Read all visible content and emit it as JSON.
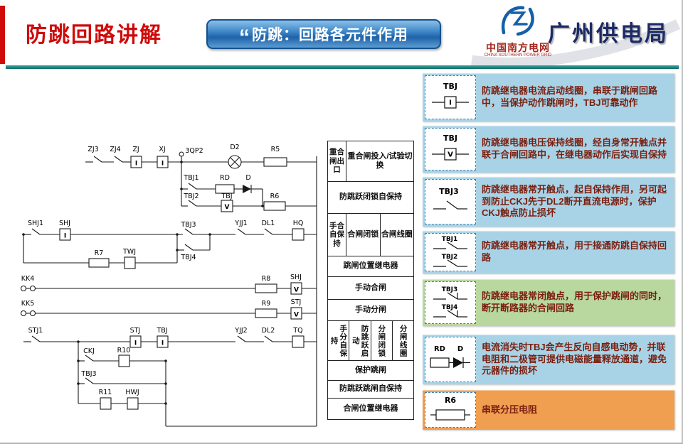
{
  "header": {
    "title": "防跳回路讲解",
    "banner_quote": "“",
    "banner_text": "防跳：回路各元件作用",
    "logo_cn": "中国南方电网",
    "logo_en": "CHINA SOUTHERN POWER GRID",
    "bureau": "广州供电局"
  },
  "colors": {
    "title_red": "#cf0a0a",
    "banner_blue": "#2e7bbf",
    "divider_teal": "#1d8a86",
    "callout_blue": "#a8d3e6",
    "callout_green": "#b9d89f",
    "callout_orange": "#ef9f4f",
    "callout_text": "#7a1f10"
  },
  "circuit": {
    "sym": {
      "i": "I",
      "v": "V"
    },
    "labels": {
      "zj3": "ZJ3",
      "zj4": "ZJ4",
      "zj": "ZJ",
      "xj": "XJ",
      "qp2": "3QP2",
      "d2": "D2",
      "r5": "R5",
      "tbj1": "TBJ1",
      "rd": "RD",
      "d": "D",
      "tbj2": "TBJ2",
      "tbj_v": "TBJ",
      "r6": "R6",
      "shj1": "SHJ1",
      "shj_a": "SHJ",
      "tbj3_a": "TBJ3",
      "tbj4": "TBJ4",
      "yjj1": "YJJ1",
      "dl1": "DL1",
      "hq": "HQ",
      "r7": "R7",
      "twj": "TWJ",
      "kk4": "KK4",
      "r8": "R8",
      "shj_b": "SHJ",
      "kk5": "KK5",
      "r9": "R9",
      "stj_a": "STJ",
      "stj1": "STJ1",
      "stj_b": "STJ",
      "tbj_b": "TBJ",
      "yjj2": "YJJ2",
      "dl2": "DL2",
      "tq": "TQ",
      "ckj": "CKJ",
      "r10": "R10",
      "tbj3_b": "TBJ3",
      "r11": "R11",
      "hwj": "HWJ"
    }
  },
  "table": {
    "rows": {
      "reclose_exit": "重合闸出口",
      "reclose_switch": "重合闸投入/试验切换",
      "antipump_latch": "防跳跃闭锁自保持",
      "manual_close_hold": "手合自保持",
      "close_block": "合闸闭锁",
      "close_coil": "合闸线圈",
      "trip_position_relay": "跳闸位置继电器",
      "manual_close": "手动合闸",
      "manual_trip": "手动分闸",
      "manual_trip_hold": "手分自保持",
      "antipump_start": "防跳跃启动",
      "trip_block": "分闸闭锁",
      "trip_coil": "分闸线圈",
      "protection_trip": "保护跳闸",
      "antipump_trip_hold": "防跳跃跳闸自保持",
      "close_position_relay": "合闸位置继电器"
    }
  },
  "callouts": [
    {
      "icon_label": "TBJ",
      "coil_letter": "I",
      "text": "防跳继电器电流启动线圈，串联于跳闸回路中，当保护动作跳闸时，TBJ可靠动作",
      "bg": "#a8d3e6"
    },
    {
      "icon_label": "TBJ",
      "coil_letter": "V",
      "text": "防跳继电器电压保持线圈，经自身常开触点并联于合闸回路中，在继电器动作后实现自保持",
      "bg": "#a8d3e6"
    },
    {
      "icon_label": "TBJ3",
      "text": "防跳继电器常开触点，起自保持作用，另可起到防止CKJ先于DL2断开直流电源时，保护CKJ触点防止损坏",
      "bg": "#a8d3e6"
    },
    {
      "icon_label": "TBJ1",
      "icon_label2": "TBJ2",
      "text": "防跳继电器常开触点，用于接通防跳自保持回路",
      "bg": "#a8d3e6"
    },
    {
      "icon_label": "TBJ3",
      "icon_label2": "TBJ4",
      "text": "防跳继电器常闭触点，用于保护跳闸的同时，断开断路器的合闸回路",
      "bg": "#b9d89f"
    },
    {
      "icon_label": "RD",
      "icon_label2": "D",
      "text": "电流消失时TBJ会产生反向自感电动势，并联电阻和二极管可提供电磁能量释放通道，避免元器件的损坏",
      "bg": "#a8d3e6"
    },
    {
      "icon_label": "R6",
      "text": "串联分压电阻",
      "bg": "#ef9f4f"
    }
  ]
}
